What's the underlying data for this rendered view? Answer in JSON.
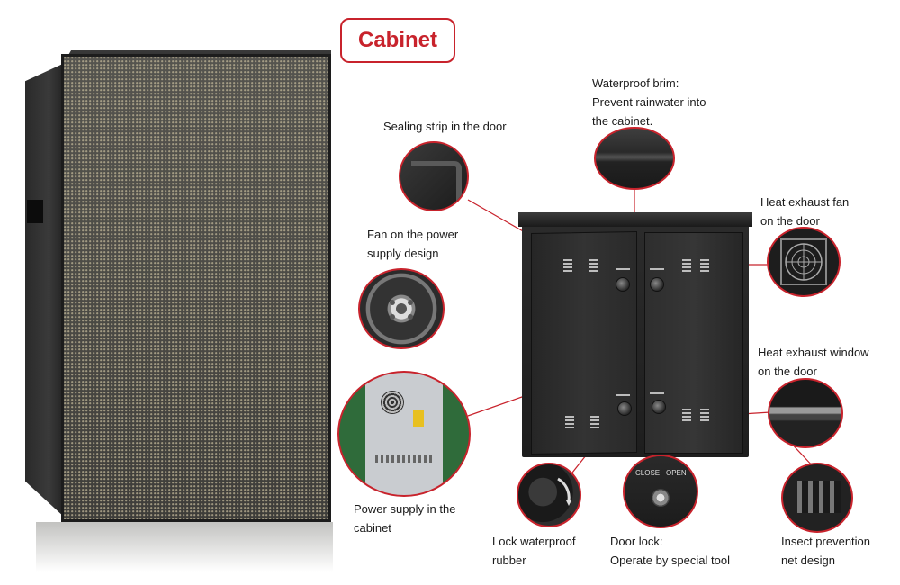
{
  "title": "Cabinet",
  "labels": {
    "sealing_strip": "Sealing strip in the door",
    "waterproof_brim": "Waterproof brim:\nPrevent rainwater into\nthe cabinet.",
    "fan_power_supply": "Fan on the power\nsupply design",
    "heat_exhaust_fan": "Heat exhaust fan\non the door",
    "heat_exhaust_window": "Heat exhaust window\non the door",
    "power_supply": "Power supply in the\ncabinet",
    "lock_rubber": "Lock waterproof\nrubber",
    "door_lock": "Door lock:\nOperate by special tool",
    "insect_net": "Insect prevention\nnet design"
  },
  "lock_labels": {
    "close": "CLOSE",
    "open": "OPEN"
  },
  "colors": {
    "accent": "#c8232c",
    "cabinet": "#262626",
    "text": "#1a1a1a"
  }
}
